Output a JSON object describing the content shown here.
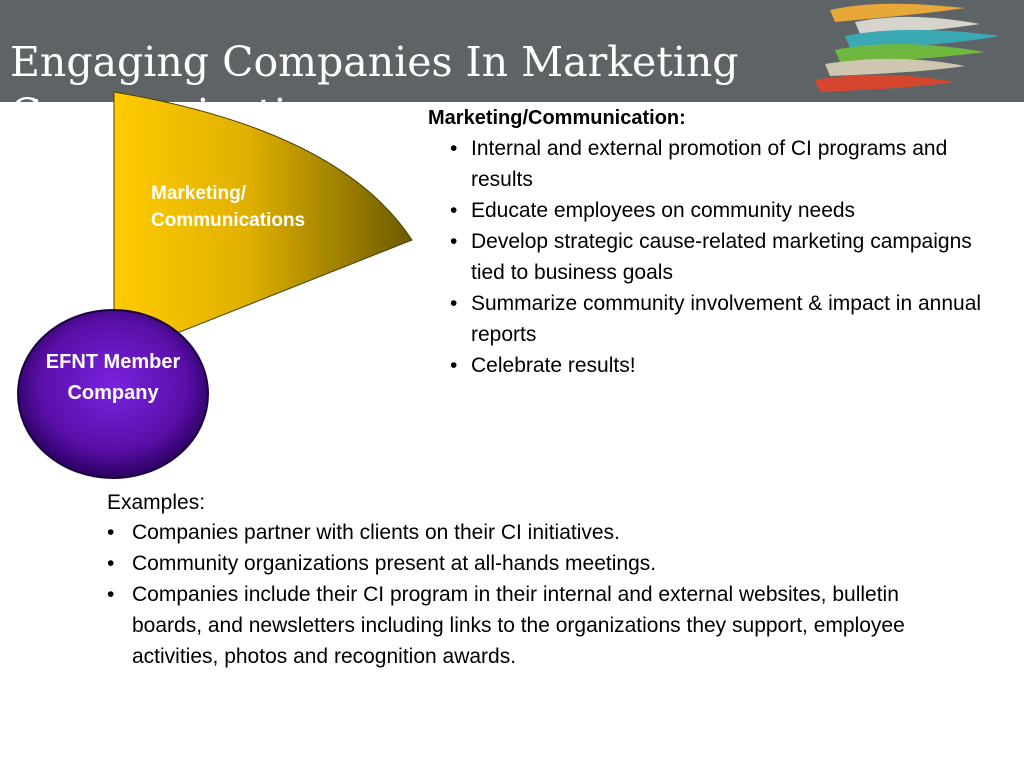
{
  "slide": {
    "title": "Engaging Companies In Marketing Communications"
  },
  "colors": {
    "header_bg": "#5e6466",
    "wedge_gradient_start": "#ffcc00",
    "wedge_gradient_end": "#6b5b00",
    "circle_fill": "#5a0fa8",
    "circle_fill_dark": "#2a0060",
    "text_white": "#ffffff",
    "text_black": "#000000"
  },
  "diagram": {
    "wedge_label": "Marketing/ Communications",
    "circle_label": "EFNT Member Company"
  },
  "marketing": {
    "heading": "Marketing/Communication:",
    "items": [
      "Internal and external promotion of CI programs and results",
      "Educate employees on community needs",
      "Develop strategic cause-related marketing campaigns tied to business goals",
      "Summarize community involvement & impact in annual reports",
      "Celebrate results!"
    ]
  },
  "examples": {
    "heading": "Examples:",
    "items": [
      "Companies partner with clients on their CI initiatives.",
      "Community organizations present at all-hands meetings.",
      "Companies include their CI program in their internal and external websites, bulletin boards, and newsletters including links to the organizations they support, employee activities, photos and recognition awards."
    ]
  }
}
